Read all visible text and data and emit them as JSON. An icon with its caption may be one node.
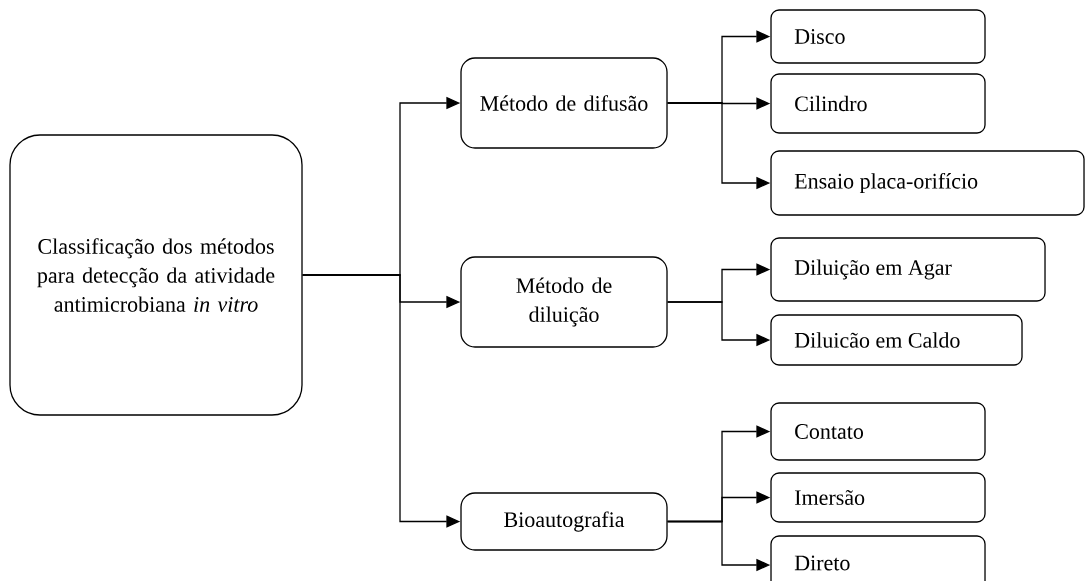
{
  "diagram": {
    "nodes": [
      {
        "text": [
          "Classificação dos métodos para detecção da atividade antimicrobiana *in vitro*"
        ]
      },
      {
        "text": [
          "Método de difusão"
        ]
      },
      {
        "text": [
          "Método de diluição"
        ]
      },
      {
        "text": [
          "Bioautografia"
        ]
      },
      {
        "text": [
          "Disco"
        ]
      },
      {
        "text": [
          "Cilindro"
        ]
      },
      {
        "text": [
          "Ensaio placa-orifício"
        ]
      },
      {
        "text": [
          "Diluição em Agar"
        ]
      },
      {
        "text": [
          "Diluicão em Caldo"
        ]
      },
      {
        "text": [
          "Contato"
        ]
      },
      {
        "text": [
          "Imersão"
        ]
      },
      {
        "text": [
          "Direto"
        ]
      }
    ],
    "edges": [
      {
        "from": 0,
        "to": 1,
        "arrow": "to"
      },
      {
        "from": 0,
        "to": 2,
        "arrow": "to"
      },
      {
        "from": 0,
        "to": 3,
        "arrow": "to"
      },
      {
        "from": 1,
        "to": 4,
        "arrow": "to"
      },
      {
        "from": 1,
        "to": 5,
        "arrow": "to"
      },
      {
        "from": 1,
        "to": 6,
        "arrow": "to"
      },
      {
        "from": 2,
        "to": 7,
        "arrow": "to"
      },
      {
        "from": 2,
        "to": 8,
        "arrow": "to"
      },
      {
        "from": 3,
        "to": 9,
        "arrow": "to"
      },
      {
        "from": 3,
        "to": 10,
        "arrow": "to"
      },
      {
        "from": 3,
        "to": 11,
        "arrow": "to"
      }
    ]
  }
}
